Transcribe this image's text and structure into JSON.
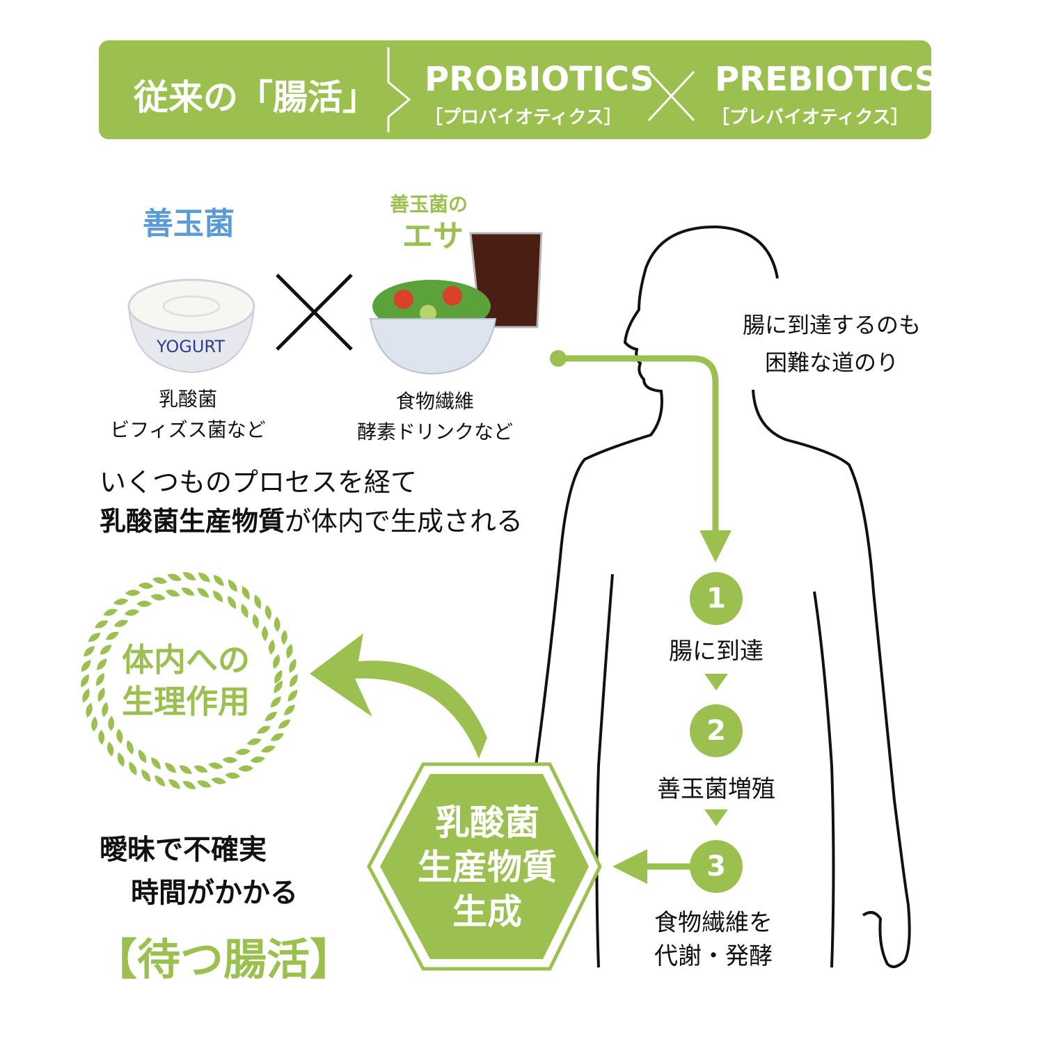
{
  "colors": {
    "green": "#9bc050",
    "blue": "#5b9bd5",
    "dark": "#111111"
  },
  "banner": {
    "title": "従来の「腸活」",
    "probiotics": "PROBIOTICS",
    "probiotics_kana": "［プロバイオティクス］",
    "prebiotics": "PREBIOTICS",
    "prebiotics_kana": "［プレバイオティクス］",
    "times_icon": "multiply-icon"
  },
  "good_bacteria": {
    "title": "善玉菌",
    "yogurt_label": "YOGURT",
    "caption_1": "乳酸菌",
    "caption_2": "ビフィズス菌など"
  },
  "feed": {
    "title_1": "善玉菌の",
    "title_2": "エサ",
    "caption_1": "食物繊維",
    "caption_2": "酵素ドリンクなど"
  },
  "process": {
    "line_1": "いくつものプロセスを経て",
    "line_2_bold": "乳酸菌生産物質",
    "line_2_rest": "が体内で生成される"
  },
  "wreath": {
    "line_1": "体内への",
    "line_2": "生理作用"
  },
  "difficulty": {
    "line_1": "腸に到達するのも",
    "line_2": "困難な道のり"
  },
  "steps": [
    {
      "number": "1",
      "label": "腸に到達"
    },
    {
      "number": "2",
      "label": "善玉菌増殖"
    },
    {
      "number": "3",
      "label_1": "食物繊維を",
      "label_2": "代謝・発酵"
    }
  ],
  "hexagon": {
    "line_1": "乳酸菌",
    "line_2": "生産物質",
    "line_3": "生成"
  },
  "summary": {
    "line_1": "曖昧で不確実",
    "line_2": "時間がかかる",
    "tag": "【待つ腸活】"
  }
}
